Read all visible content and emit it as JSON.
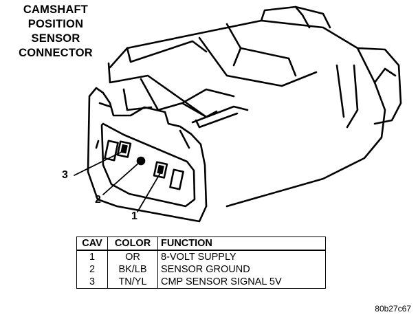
{
  "title": {
    "lines": [
      "CAMSHAFT",
      "POSITION",
      "SENSOR",
      "CONNECTOR"
    ]
  },
  "callouts": [
    "3",
    "2",
    "1"
  ],
  "table": {
    "headers": [
      "CAV",
      "COLOR",
      "FUNCTION"
    ],
    "rows": [
      {
        "cav": "1",
        "color": "OR",
        "function": "8-VOLT SUPPLY"
      },
      {
        "cav": "2",
        "color": "BK/LB",
        "function": "SENSOR GROUND"
      },
      {
        "cav": "3",
        "color": "TN/YL",
        "function": "CMP SENSOR SIGNAL 5V"
      }
    ]
  },
  "figure_code": "80b27c67"
}
